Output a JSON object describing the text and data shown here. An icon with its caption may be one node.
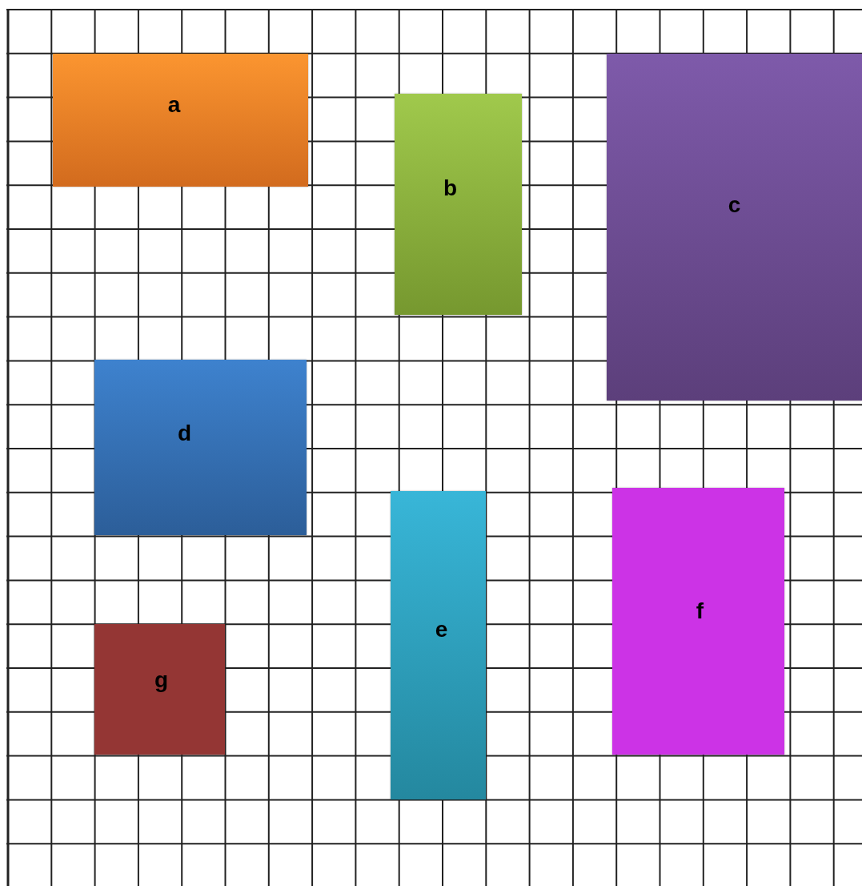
{
  "diagram": {
    "nodes": [
      {
        "text": [
          "a"
        ]
      },
      {
        "text": [
          "b"
        ]
      },
      {
        "text": [
          "c"
        ]
      },
      {
        "text": [
          "d"
        ]
      },
      {
        "text": [
          "e"
        ]
      },
      {
        "text": [
          "f"
        ]
      },
      {
        "text": [
          "g"
        ]
      }
    ]
  }
}
